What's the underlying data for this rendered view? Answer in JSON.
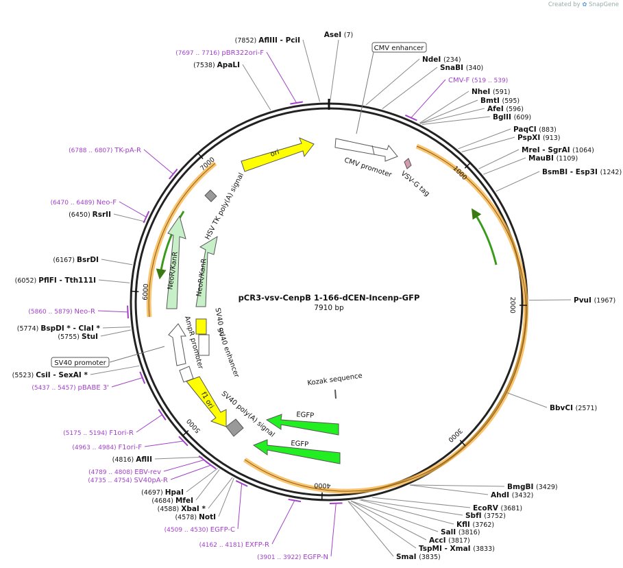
{
  "app": {
    "brand": "Created by",
    "brand_name": "SnapGene"
  },
  "plasmid": {
    "name": "pCR3-vsv-CenpB 1-166-dCEN-Incenp-GFP",
    "length": "7910 bp",
    "length_num": 7910
  },
  "colors": {
    "primer": "#a040c8",
    "ori": "#ffff00",
    "orf_neo": "#c8f0c8",
    "egfp": "#22ee22",
    "orange": "#f5b040",
    "green_arrow": "#3a9a1a",
    "terminator": "#999999",
    "tag": "#d49bb0"
  },
  "backbone_ticks": [
    {
      "pos": 1000,
      "label": "1000"
    },
    {
      "pos": 2000,
      "label": "2000"
    },
    {
      "pos": 3000,
      "label": "3000"
    },
    {
      "pos": 4000,
      "label": "4000"
    },
    {
      "pos": 5000,
      "label": "5000"
    },
    {
      "pos": 6000,
      "label": "6000"
    },
    {
      "pos": 7000,
      "label": "7000"
    }
  ],
  "enzymes": [
    {
      "name": "AseI",
      "pos": "(7)",
      "bp": 7
    },
    {
      "name": "NdeI",
      "pos": "(234)",
      "bp": 234
    },
    {
      "name": "SnaBI",
      "pos": "(340)",
      "bp": 340
    },
    {
      "name": "NheI",
      "pos": "(591)",
      "bp": 591
    },
    {
      "name": "BmtI",
      "pos": "(595)",
      "bp": 595
    },
    {
      "name": "AfeI",
      "pos": "(596)",
      "bp": 596
    },
    {
      "name": "BglII",
      "pos": "(609)",
      "bp": 609
    },
    {
      "name": "PaqCI",
      "pos": "(883)",
      "bp": 883
    },
    {
      "name": "PspXI",
      "pos": "(913)",
      "bp": 913
    },
    {
      "name": "MreI  - SgrAI",
      "pos": "(1064)",
      "bp": 1064
    },
    {
      "name": "MauBI",
      "pos": "(1109)",
      "bp": 1109
    },
    {
      "name": "BsmBI  - Esp3I",
      "pos": "(1242)",
      "bp": 1242
    },
    {
      "name": "PvuI",
      "pos": "(1967)",
      "bp": 1967
    },
    {
      "name": "BbvCI",
      "pos": "(2571)",
      "bp": 2571
    },
    {
      "name": "BmgBI",
      "pos": "(3429)",
      "bp": 3429
    },
    {
      "name": "AhdI",
      "pos": "(3432)",
      "bp": 3432
    },
    {
      "name": "EcoRV",
      "pos": "(3681)",
      "bp": 3681
    },
    {
      "name": "SbfI",
      "pos": "(3752)",
      "bp": 3752
    },
    {
      "name": "KflI",
      "pos": "(3762)",
      "bp": 3762
    },
    {
      "name": "SalI",
      "pos": "(3816)",
      "bp": 3816
    },
    {
      "name": "AccI",
      "pos": "(3817)",
      "bp": 3817
    },
    {
      "name": "TspMI  - XmaI",
      "pos": "(3833)",
      "bp": 3833
    },
    {
      "name": "SmaI",
      "pos": "(3835)",
      "bp": 3835
    },
    {
      "name": "NotI",
      "pos": "(4578)",
      "bp": 4578
    },
    {
      "name": "XbaI *",
      "pos": "(4588)",
      "bp": 4588
    },
    {
      "name": "MfeI",
      "pos": "(4684)",
      "bp": 4684
    },
    {
      "name": "HpaI",
      "pos": "(4697)",
      "bp": 4697
    },
    {
      "name": "AflII",
      "pos": "(4816)",
      "bp": 4816
    },
    {
      "name": "StuI",
      "pos": "(5755)",
      "bp": 5755
    },
    {
      "name": "BspDI *  - ClaI *",
      "pos": "(5774)",
      "bp": 5774
    },
    {
      "name": "CsiI   - SexAI *",
      "pos": "(5523)",
      "bp": 5523
    },
    {
      "name": "PflFI   - Tth111I",
      "pos": "(6052)",
      "bp": 6052
    },
    {
      "name": "BsrDI",
      "pos": "(6167)",
      "bp": 6167
    },
    {
      "name": "RsrII",
      "pos": "(6450)",
      "bp": 6450
    },
    {
      "name": "ApaLI",
      "pos": "(7538)",
      "bp": 7538
    },
    {
      "name": "AflIII  - PciI",
      "pos": "(7852)",
      "bp": 7852
    }
  ],
  "primers": [
    {
      "name": "pBR322ori-F",
      "range": "(7697 .. 7716)",
      "bp": 7706
    },
    {
      "name": "CMV-F",
      "range": "(519 .. 539)",
      "bp": 529
    },
    {
      "name": "TK-pA-R",
      "range": "(6788 .. 6807)",
      "bp": 6797
    },
    {
      "name": "Neo-F",
      "range": "(6470 .. 6489)",
      "bp": 6479
    },
    {
      "name": "Neo-R",
      "range": "(5860 .. 5879)",
      "bp": 5869
    },
    {
      "name": "pBABE 3'",
      "range": "(5437 .. 5457)",
      "bp": 5447
    },
    {
      "name": "F1ori-R",
      "range": "(5175 .. 5194)",
      "bp": 5184
    },
    {
      "name": "F1ori-F",
      "range": "(4963 .. 4984)",
      "bp": 4973
    },
    {
      "name": "EBV-rev",
      "range": "(4789 .. 4808)",
      "bp": 4798
    },
    {
      "name": "SV40pA-R",
      "range": "(4735 .. 4754)",
      "bp": 4744
    },
    {
      "name": "EGFP-C",
      "range": "(4509 .. 4530)",
      "bp": 4519
    },
    {
      "name": "EXFP-R",
      "range": "(4162 .. 4181)",
      "bp": 4171
    },
    {
      "name": "EGFP-N",
      "range": "(3901 .. 3922)",
      "bp": 3911
    }
  ],
  "boxed_features": [
    {
      "name": "CMV enhancer"
    },
    {
      "name": "SV40 promoter"
    }
  ],
  "features": [
    {
      "name": "ori"
    },
    {
      "name": "CMV promoter"
    },
    {
      "name": "VSV-G tag"
    },
    {
      "name": "HSV TK poly(A) signal"
    },
    {
      "name": "NeoR/KanR"
    },
    {
      "name": "NeoR/KanR"
    },
    {
      "name": "SV40 ori"
    },
    {
      "name": "SV40 enhancer"
    },
    {
      "name": "AmpR promoter"
    },
    {
      "name": "f1 ori"
    },
    {
      "name": "SV40 poly(A) signal"
    },
    {
      "name": "EGFP"
    },
    {
      "name": "EGFP"
    },
    {
      "name": "Kozak sequence"
    }
  ]
}
